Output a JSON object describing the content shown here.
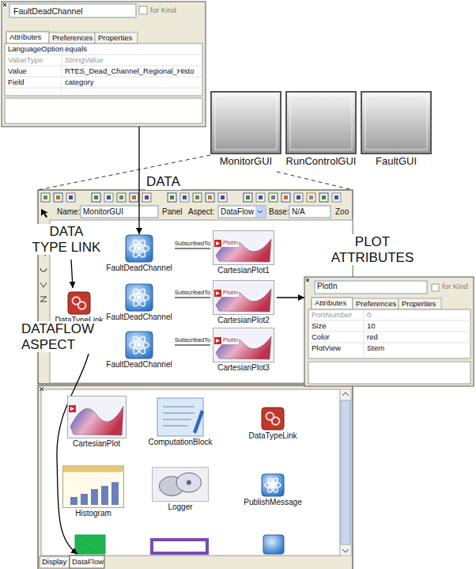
{
  "diagram": {
    "nodes": [
      {
        "text": [
          "FaultDeadChannel"
        ]
      },
      {
        "text": [
          "MonitorGUI"
        ]
      },
      {
        "text": [
          "RunControlGUI"
        ]
      },
      {
        "text": [
          "FaultGUI"
        ]
      },
      {
        "text": [
          "FaultDeadChannel"
        ]
      },
      {
        "text": [
          "CartesianPlot1"
        ]
      },
      {
        "text": [
          "DataTypeLink"
        ]
      },
      {
        "text": [
          "FaultDeadChannel"
        ]
      },
      {
        "text": [
          "CartesianPlot2"
        ]
      },
      {
        "text": [
          "PlotIn"
        ]
      },
      {
        "text": [
          "FaultDeadChannel"
        ]
      },
      {
        "text": [
          "CartesianPlot3"
        ]
      },
      {
        "text": [
          "CartesianPlot"
        ]
      },
      {
        "text": [
          "ComputationBlock"
        ]
      },
      {
        "text": [
          "DataTypeLink"
        ]
      },
      {
        "text": [
          "Histogram"
        ]
      },
      {
        "text": [
          "Logger"
        ]
      },
      {
        "text": [
          "PublishMessage"
        ]
      }
    ],
    "edges": [
      {
        "from": 0,
        "to": 4,
        "arrow": "to"
      },
      {
        "from": 4,
        "to": 5,
        "label": "SubscribedTo",
        "arrow": "none"
      },
      {
        "from": 7,
        "to": 8,
        "label": "SubscribedTo",
        "arrow": "none"
      },
      {
        "from": 10,
        "to": 11,
        "label": "SubscribedTo",
        "arrow": "none"
      },
      {
        "from": 8,
        "to": 9,
        "arrow": "to"
      }
    ],
    "labels": [
      "DATA",
      "DATA TYPE LINK",
      "DATAFLOW ASPECT",
      "PLOT ATTRIBUTES",
      "for Kind",
      "Attributes",
      "Preferences",
      "Properties",
      "LanguageOption",
      "equals",
      "ValueType",
      "StringValue",
      "Value",
      "RTES_Dead_Channel_Regional_Histo",
      "Field",
      "category",
      "Name:",
      "MonitorGUI",
      "Panel",
      "Aspect:",
      "DataFlow",
      "Base:",
      "N/A",
      "Zoo",
      "PlotIn",
      "PlotIn",
      "PlotIn",
      "for Kind",
      "Attributes",
      "Preferences",
      "Properties",
      "PortNumber",
      "0",
      "Size",
      "10",
      "Color",
      "red",
      "PlotView",
      "Stem",
      "Display",
      "DataFlow"
    ]
  }
}
